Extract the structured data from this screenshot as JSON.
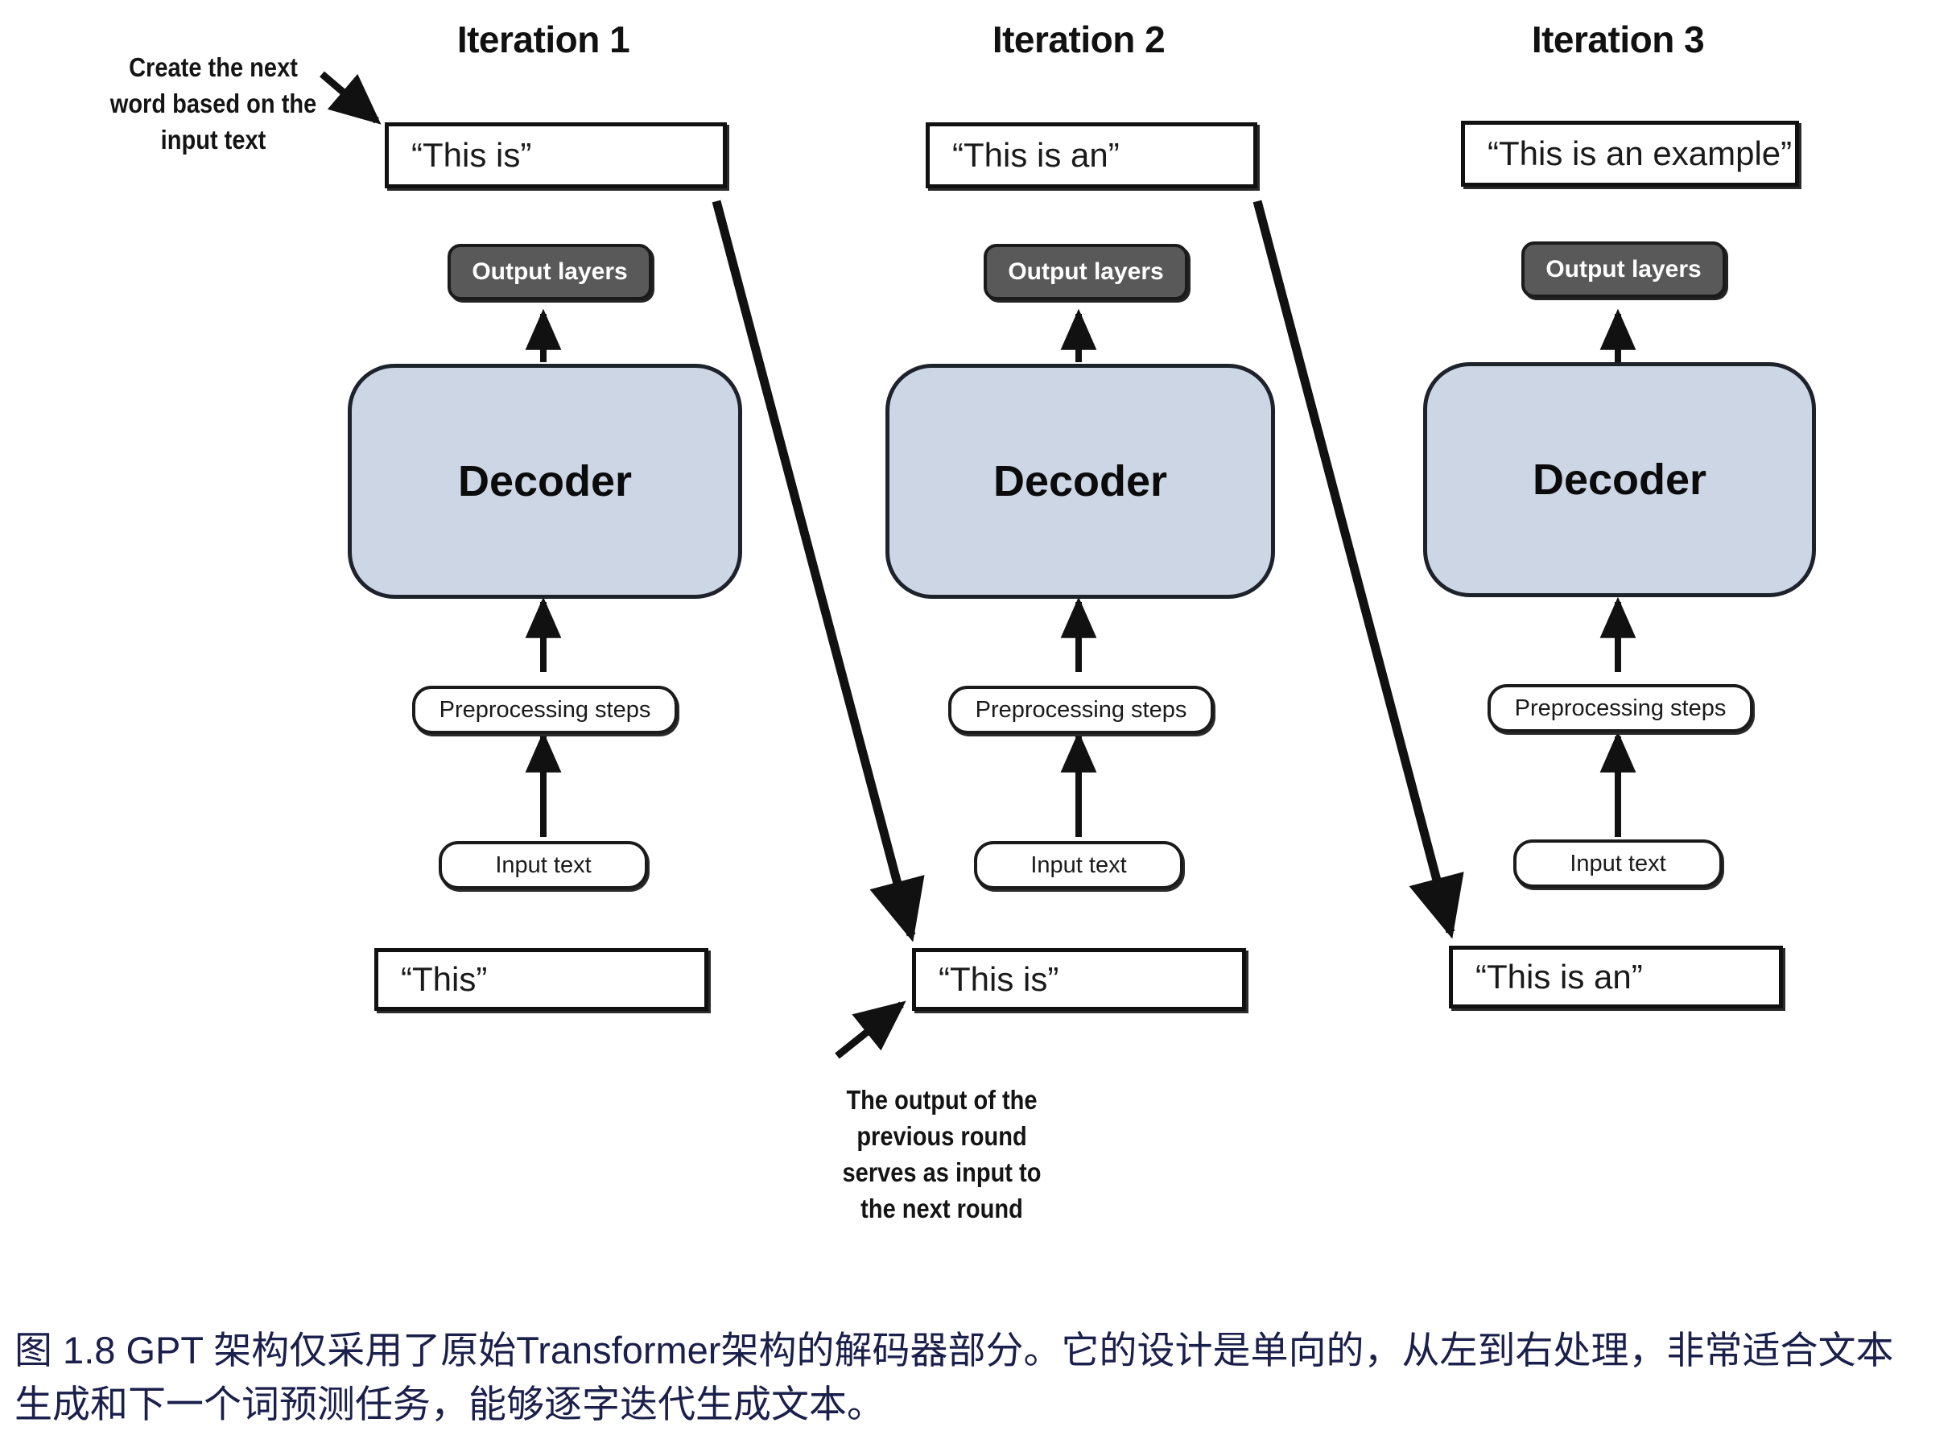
{
  "figure": {
    "columns": [
      {
        "title": "Iteration 1",
        "output_text": "“This is”",
        "output_layers_label": "Output layers",
        "decoder_label": "Decoder",
        "preprocessing_label": "Preprocessing steps",
        "input_label": "Input text",
        "input_text": "“This”"
      },
      {
        "title": "Iteration 2",
        "output_text": "“This is an”",
        "output_layers_label": "Output layers",
        "decoder_label": "Decoder",
        "preprocessing_label": "Preprocessing steps",
        "input_label": "Input text",
        "input_text": "“This is”"
      },
      {
        "title": "Iteration 3",
        "output_text": "“This is an example”",
        "output_layers_label": "Output layers",
        "decoder_label": "Decoder",
        "preprocessing_label": "Preprocessing steps",
        "input_label": "Input text",
        "input_text": "“This is an”"
      }
    ],
    "annotations": {
      "top_left": "Create the next\nword based on the\ninput text",
      "bottom_center": "The output of the\nprevious round\nserves as input to\nthe next round"
    },
    "caption": {
      "line1": "图 1.8  GPT 架构仅采用了原始Transformer架构的解码器部分。它的设计是单向的，从左到右处理，非常适合文本",
      "line2": "生成和下一个词预测任务，能够逐字迭代生成文本。"
    },
    "colors": {
      "decoder_fill": "#ccd6e4",
      "output_layers_fill": "#595959",
      "caption_text": "#1b1f4b",
      "stroke": "#111111"
    }
  }
}
